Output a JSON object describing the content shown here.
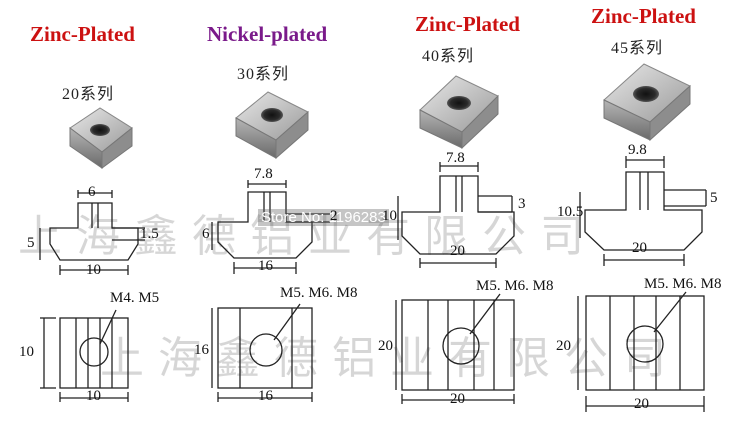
{
  "colors": {
    "zinc": "#cc1111",
    "nickel": "#7a1a8a"
  },
  "titles": [
    "Zinc-Plated",
    "Nickel-plated",
    "Zinc-Plated",
    "Zinc-Plated"
  ],
  "series_labels": [
    "20系列",
    "30系列",
    "40系列",
    "45系列"
  ],
  "profile_dims": {
    "p20": {
      "top": "6",
      "left": "5",
      "right": "1.5",
      "bottom": "10"
    },
    "p30": {
      "top": "7.8",
      "left": "6",
      "right": "2",
      "bottom": "16"
    },
    "p40": {
      "top": "7.8",
      "left": "10",
      "right": "3",
      "bottom": "20"
    },
    "p45": {
      "top": "9.8",
      "left": "10.5",
      "right": "5",
      "bottom": "20"
    }
  },
  "plan_dims": {
    "p20": {
      "thread": "M4. M5",
      "side": "10",
      "bottom": "10"
    },
    "p30": {
      "thread": "M5. M6. M8",
      "side": "16",
      "bottom": "16"
    },
    "p40": {
      "thread": "M5. M6. M8",
      "side": "20",
      "bottom": "20"
    },
    "p45": {
      "thread": "M5. M6. M8",
      "side": "20",
      "bottom": "20"
    }
  },
  "watermark": {
    "row1": "上海鑫德铝业有限公司",
    "row2": "上海鑫德铝业有限公司",
    "store": "Store No: 1196283"
  }
}
